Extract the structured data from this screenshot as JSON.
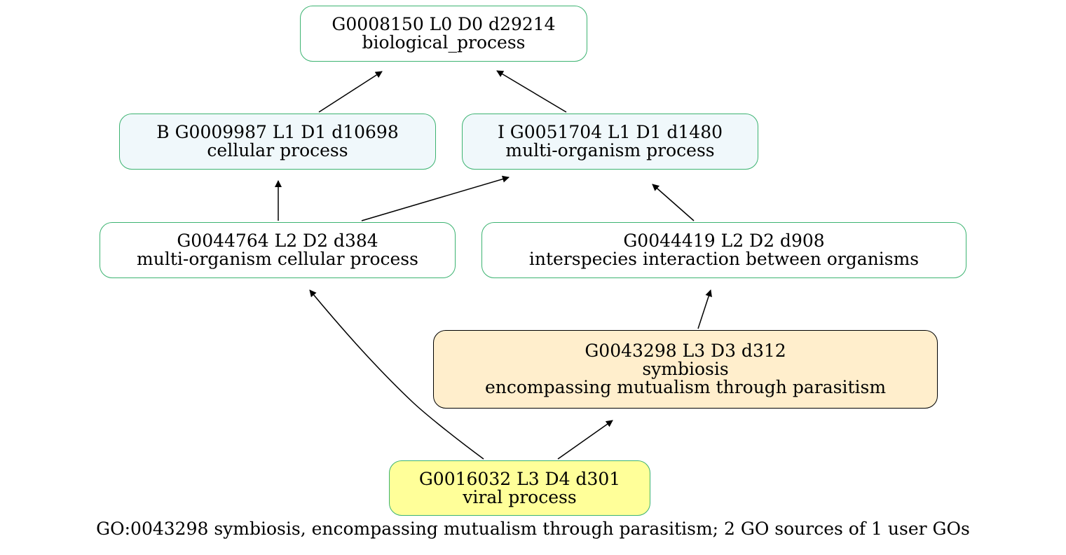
{
  "nodes": {
    "go0008150": {
      "line1": "G0008150 L0 D0 d29214",
      "line2": "biological_process"
    },
    "go0009987": {
      "line1": "B  G0009987 L1 D1 d10698",
      "line2": "cellular process"
    },
    "go0051704": {
      "line1": "I  G0051704 L1 D1 d1480",
      "line2": "multi-organism process"
    },
    "go0044764": {
      "line1": "G0044764 L2 D2 d384",
      "line2": "multi-organism cellular process"
    },
    "go0044419": {
      "line1": "G0044419 L2 D2 d908",
      "line2": "interspecies interaction between organisms"
    },
    "go0043298": {
      "line1": "G0043298 L3 D3 d312",
      "line2": "symbiosis",
      "line3": "encompassing mutualism through parasitism",
      "fill": "#ffeecc"
    },
    "go0016032": {
      "line1": "G0016032 L3 D4 d301",
      "line2": "viral process",
      "fill": "#ffff99"
    }
  },
  "edges": [
    [
      "go0009987",
      "go0008150"
    ],
    [
      "go0051704",
      "go0008150"
    ],
    [
      "go0044764",
      "go0009987"
    ],
    [
      "go0044764",
      "go0051704"
    ],
    [
      "go0044419",
      "go0051704"
    ],
    [
      "go0043298",
      "go0044419"
    ],
    [
      "go0016032",
      "go0044764"
    ],
    [
      "go0016032",
      "go0043298"
    ]
  ],
  "colors": {
    "node_border": "#3cb371",
    "source_fill": "#f0f8fb",
    "user_go_border": "#000000",
    "edge": "#000000"
  },
  "caption": "GO:0043298 symbiosis, encompassing mutualism through parasitism; 2 GO sources of 1 user GOs"
}
